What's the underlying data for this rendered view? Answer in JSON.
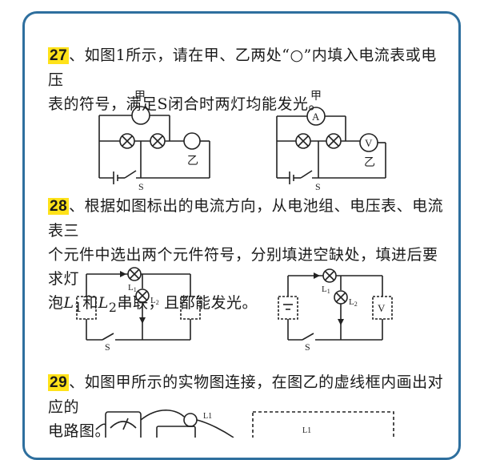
{
  "q27": {
    "number": "27",
    "sep": "、",
    "line1": "如图1所示，请在甲、乙两处“○”内填入电流表或电压",
    "line2": "表的符号，满足S闭合时两灯均能发光。",
    "fig_left": {
      "jia": "甲",
      "yi": "乙",
      "s": "S"
    },
    "fig_right": {
      "jia": "甲",
      "yi": "乙",
      "s": "S",
      "ammeter": "A",
      "voltmeter": "V"
    }
  },
  "q28": {
    "number": "28",
    "sep": "、",
    "line1": "根据如图标出的电流方向，从电池组、电压表、电流表三",
    "line2": "个元件中选出两个元件符号，分别填进空缺处，填进后要求灯",
    "line3_pre": "泡",
    "line3_mid": "和",
    "line3_post": "串联，且都能发光。",
    "l_sym": "L",
    "sub1": "1",
    "sub2": "2",
    "fig_left": {
      "s": "S"
    },
    "fig_right": {
      "s": "S",
      "voltmeter": "V"
    }
  },
  "q29": {
    "number": "29",
    "sep": "、",
    "line1": "如图甲所示的实物图连接，在图乙的虚线框内画出对应的",
    "line2": "电路图。",
    "l1": "L1"
  }
}
